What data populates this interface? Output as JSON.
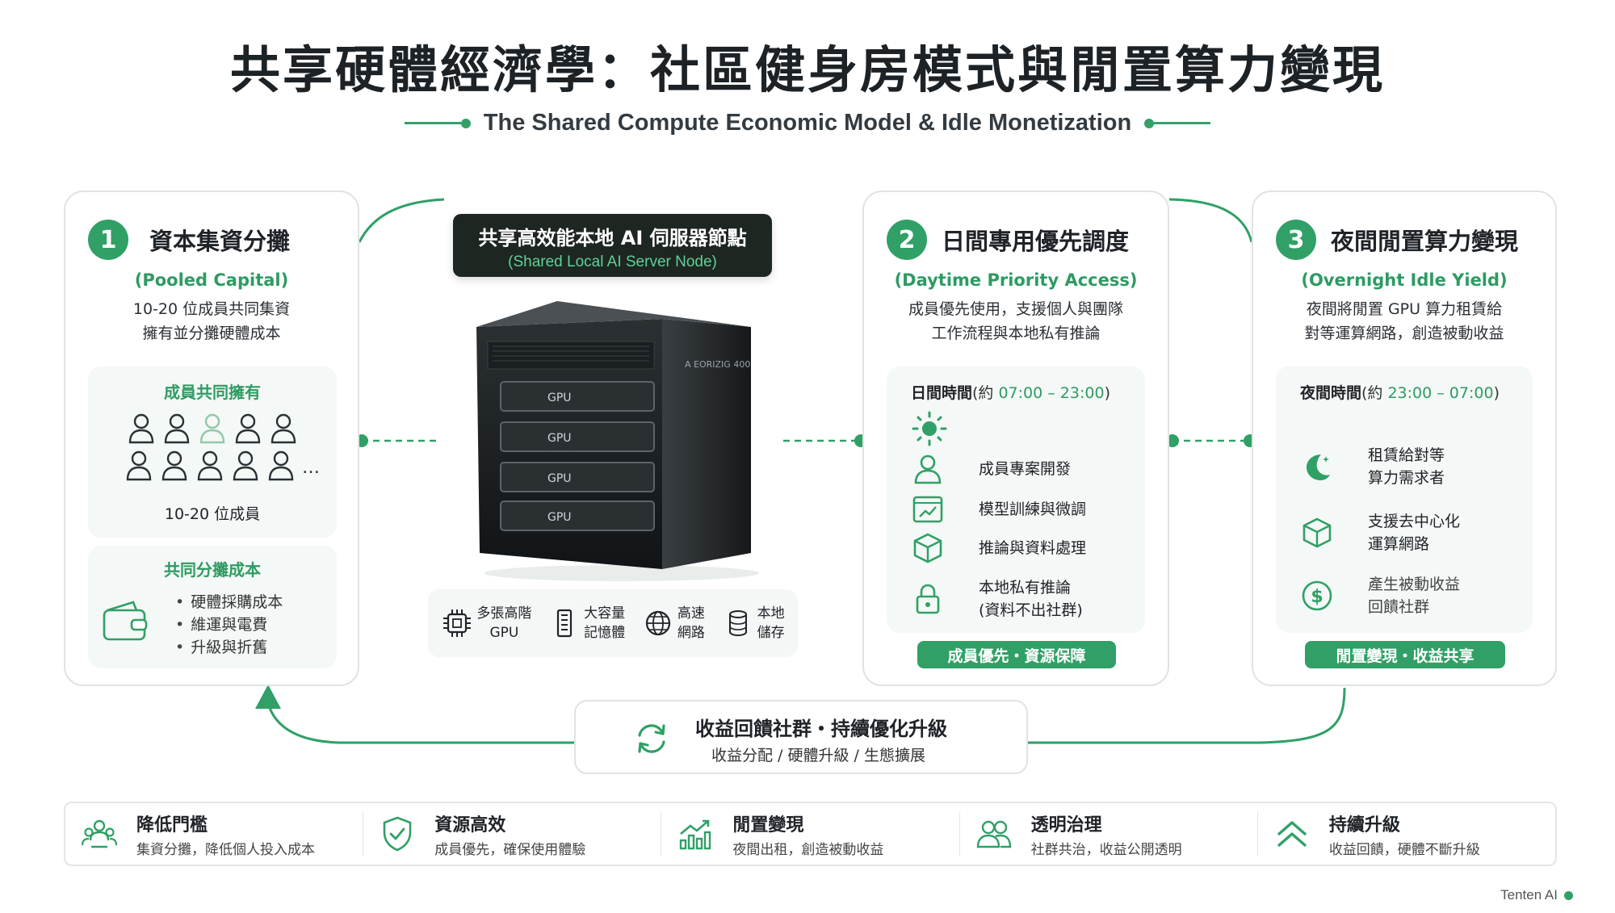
{
  "title": "共享硬體經濟學：社區健身房模式與閒置算力變現",
  "subtitle": "The Shared Compute Economic Model & Idle Monetization",
  "server": {
    "label_zh": "共享高效能本地 AI 伺服器節點",
    "label_en": "(Shared Local AI Server Node)",
    "slot_label": "GPU",
    "brand_mark": "A EORIZIG 400"
  },
  "specs": [
    {
      "icon": "chip-icon",
      "line1": "多張高階",
      "line2": "GPU"
    },
    {
      "icon": "memory-icon",
      "line1": "大容量",
      "line2": "記憶體"
    },
    {
      "icon": "globe-icon",
      "line1": "高速",
      "line2": "網路"
    },
    {
      "icon": "storage-icon",
      "line1": "本地",
      "line2": "儲存"
    }
  ],
  "card1": {
    "num": "1",
    "title": "資本集資分攤",
    "en": "(Pooled Capital)",
    "desc1": "10-20 位成員共同集資",
    "desc2": "擁有並分攤硬體成本",
    "owners_title": "成員共同擁有",
    "members_label": "10-20 位成員",
    "cost_title": "共同分攤成本",
    "cost_items": [
      "硬體採購成本",
      "維運與電費",
      "升級與折舊"
    ]
  },
  "card2": {
    "num": "2",
    "title": "日間專用優先調度",
    "en": "(Daytime Priority Access)",
    "desc1": "成員優先使用，支援個人與團隊",
    "desc2": "工作流程與本地私有推論",
    "time_label": "日間時間",
    "time_open": "(約 ",
    "time_range": "07:00 – 23:00",
    "time_close": ")",
    "tasks": [
      {
        "icon": "user-icon",
        "line1": "成員專案開發",
        "line2": ""
      },
      {
        "icon": "training-chart-icon",
        "line1": "模型訓練與微調",
        "line2": ""
      },
      {
        "icon": "cube-icon",
        "line1": "推論與資料處理",
        "line2": ""
      },
      {
        "icon": "lock-icon",
        "line1": "本地私有推論",
        "line2": "(資料不出社群)"
      }
    ],
    "pill": "成員優先・資源保障"
  },
  "card3": {
    "num": "3",
    "title": "夜間閒置算力變現",
    "en": "(Overnight Idle Yield)",
    "desc1": "夜間將閒置 GPU 算力租賃給",
    "desc2": "對等運算網路，創造被動收益",
    "time_label": "夜間時間",
    "time_open": "(約 ",
    "time_range": "23:00 – 07:00",
    "time_close": ")",
    "tasks": [
      {
        "icon": "moon-icon",
        "line1": "租賃給對等",
        "line2": "算力需求者"
      },
      {
        "icon": "cube-icon",
        "line1": "支援去中心化",
        "line2": "運算網路"
      },
      {
        "icon": "dollar-icon",
        "line1": "產生被動收益",
        "line2": "回饋社群"
      }
    ],
    "pill": "閒置變現・收益共享"
  },
  "feedback": {
    "title": "收益回饋社群・持續優化升級",
    "desc": "收益分配 / 硬體升級 / 生態擴展"
  },
  "benefits": [
    {
      "icon": "people-group-icon",
      "title": "降低門檻",
      "desc": "集資分攤，降低個人投入成本"
    },
    {
      "icon": "shield-check-icon",
      "title": "資源高效",
      "desc": "成員優先，確保使用體驗"
    },
    {
      "icon": "growth-chart-icon",
      "title": "閒置變現",
      "desc": "夜間出租，創造被動收益"
    },
    {
      "icon": "team-icon",
      "title": "透明治理",
      "desc": "社群共治，收益公開透明"
    },
    {
      "icon": "double-chevron-up-icon",
      "title": "持續升級",
      "desc": "收益回饋，硬體不斷升級"
    }
  ],
  "brand": "Tenten AI",
  "colors": {
    "accent": "#30a066",
    "dark": "#1e2622",
    "panel": "#f4f8f6"
  }
}
